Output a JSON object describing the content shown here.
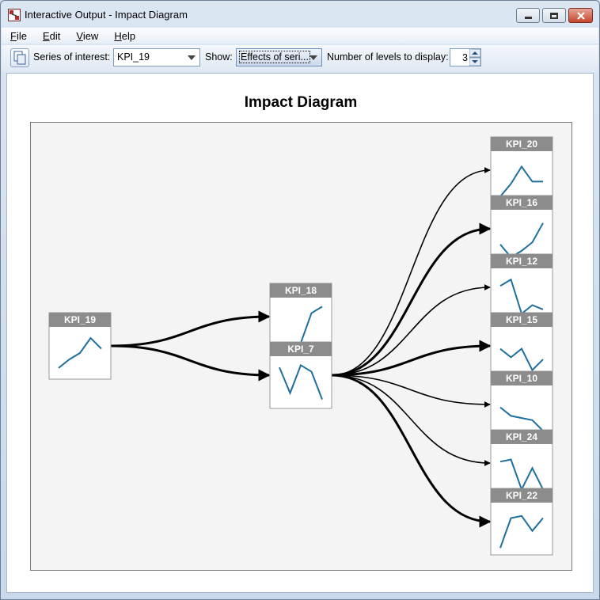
{
  "window": {
    "title": "Interactive Output - Impact Diagram"
  },
  "menu": {
    "items": [
      {
        "key": "F",
        "rest": "ile"
      },
      {
        "key": "E",
        "rest": "dit"
      },
      {
        "key": "V",
        "rest": "iew"
      },
      {
        "key": "H",
        "rest": "elp"
      }
    ]
  },
  "toolbar": {
    "series_label": "Series of interest:",
    "series_value": "KPI_19",
    "show_label": "Show:",
    "show_value": "Effects of seri...",
    "levels_label": "Number of levels to display:",
    "levels_value": "3"
  },
  "diagram": {
    "title": "Impact Diagram",
    "nodes": [
      {
        "id": "KPI_19",
        "spark": [
          0.15,
          0.35,
          0.5,
          0.85,
          0.6
        ]
      },
      {
        "id": "KPI_18",
        "spark": [
          0.05,
          0.0,
          0.05,
          0.75,
          0.9
        ]
      },
      {
        "id": "KPI_7",
        "spark": [
          0.85,
          0.25,
          0.9,
          0.75,
          0.1
        ]
      },
      {
        "id": "KPI_20",
        "spark": [
          0.05,
          0.35,
          0.75,
          0.4,
          0.4
        ]
      },
      {
        "id": "KPI_16",
        "spark": [
          0.3,
          0.0,
          0.15,
          0.35,
          0.8
        ]
      },
      {
        "id": "KPI_12",
        "spark": [
          0.7,
          0.85,
          0.05,
          0.25,
          0.15
        ]
      },
      {
        "id": "KPI_15",
        "spark": [
          0.6,
          0.4,
          0.6,
          0.1,
          0.35
        ]
      },
      {
        "id": "KPI_10",
        "spark": [
          0.6,
          0.4,
          0.35,
          0.3,
          0.05
        ]
      },
      {
        "id": "KPI_24",
        "spark": [
          0.7,
          0.75,
          0.05,
          0.55,
          0.05
        ]
      },
      {
        "id": "KPI_22",
        "spark": [
          0.05,
          0.75,
          0.8,
          0.45,
          0.75
        ]
      }
    ],
    "edges": [
      {
        "from": "KPI_19",
        "to": "KPI_18",
        "strength": "strong"
      },
      {
        "from": "KPI_19",
        "to": "KPI_7",
        "strength": "strong"
      },
      {
        "from": "KPI_7",
        "to": "KPI_20",
        "strength": "weak"
      },
      {
        "from": "KPI_7",
        "to": "KPI_16",
        "strength": "strong"
      },
      {
        "from": "KPI_7",
        "to": "KPI_12",
        "strength": "weak"
      },
      {
        "from": "KPI_7",
        "to": "KPI_15",
        "strength": "strong"
      },
      {
        "from": "KPI_7",
        "to": "KPI_10",
        "strength": "weak"
      },
      {
        "from": "KPI_7",
        "to": "KPI_24",
        "strength": "weak"
      },
      {
        "from": "KPI_7",
        "to": "KPI_22",
        "strength": "strong"
      }
    ]
  },
  "colors": {
    "node_header": "#8c8c8c",
    "sparkline": "#1f6f9e",
    "edge": "#000000",
    "canvas": "#f4f4f4"
  }
}
